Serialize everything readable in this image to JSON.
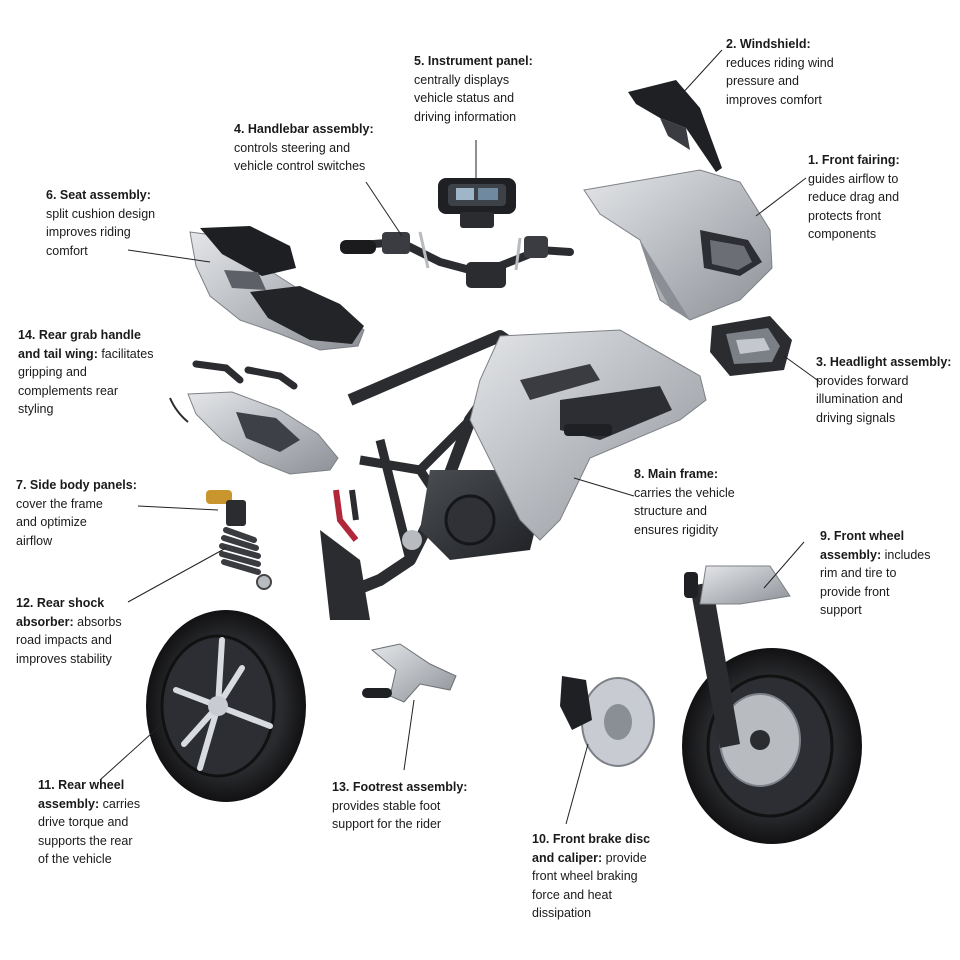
{
  "labels": [
    {
      "id": "instrument",
      "title": "5. Instrument panel:",
      "lines": [
        "centrally displays",
        "vehicle status and",
        "driving information"
      ]
    },
    {
      "id": "windshield",
      "title": "2. Windshield:",
      "lines": [
        "reduces riding wind",
        "pressure and",
        "improves comfort"
      ]
    },
    {
      "id": "handlebar",
      "title": "4. Handlebar assembly:",
      "lines": [
        "controls steering and",
        "vehicle control switches"
      ]
    },
    {
      "id": "front-fairing",
      "title": "1. Front fairing:",
      "lines": [
        "guides airflow to",
        "reduce drag and",
        "protects front",
        "components"
      ]
    },
    {
      "id": "seat",
      "title": "6. Seat assembly:",
      "lines": [
        "split cushion design",
        "improves riding",
        "comfort"
      ]
    },
    {
      "id": "rear-grab",
      "title": "14. Rear grab handle",
      "lines": [],
      "mixed": [
        {
          "b": "and tail wing:",
          "t": " facilitates"
        },
        {
          "t": "gripping and"
        },
        {
          "t": "complements rear"
        },
        {
          "t": "styling"
        }
      ]
    },
    {
      "id": "headlight",
      "title": "3. Headlight assembly:",
      "lines": [
        "provides forward",
        "illumination and",
        "driving signals"
      ]
    },
    {
      "id": "main-frame",
      "title": "8. Main frame:",
      "lines": [
        "carries the vehicle",
        "structure and",
        "ensures rigidity"
      ]
    },
    {
      "id": "side-panels",
      "title": "7. Side body panels:",
      "lines": [
        "cover the frame",
        "and optimize",
        "airflow"
      ]
    },
    {
      "id": "front-wheel",
      "title": "9. Front wheel",
      "lines": [],
      "mixed": [
        {
          "b": "assembly:",
          "t": " includes"
        },
        {
          "t": "rim and tire to"
        },
        {
          "t": "provide front"
        },
        {
          "t": "support"
        }
      ]
    },
    {
      "id": "rear-shock",
      "title": "12. Rear shock",
      "lines": [],
      "mixed": [
        {
          "b": "absorber:",
          "t": " absorbs"
        },
        {
          "t": "road impacts and"
        },
        {
          "t": "improves stability"
        }
      ]
    },
    {
      "id": "rear-wheel",
      "title": "11. Rear wheel",
      "lines": [],
      "mixed": [
        {
          "b": "assembly:",
          "t": " carries"
        },
        {
          "t": "drive torque and"
        },
        {
          "t": "supports the rear"
        },
        {
          "t": "of the vehicle"
        }
      ]
    },
    {
      "id": "footrest",
      "title": "13. Footrest assembly:",
      "lines": [
        "provides stable foot",
        "support for the rider"
      ]
    },
    {
      "id": "front-brake",
      "title": "10. Front brake disc",
      "lines": [],
      "mixed": [
        {
          "b": "and caliper:",
          "t": " provide"
        },
        {
          "t": "front wheel braking"
        },
        {
          "t": "force and heat"
        },
        {
          "t": "dissipation"
        }
      ]
    }
  ],
  "colors": {
    "text": "#1a1a1a",
    "leader": "#222222",
    "metal": "#b9bcc1",
    "dark": "#2a2c30",
    "tire": "#1b1b1d",
    "gold": "#c9962e",
    "spring": "#3a3b3f",
    "red": "#b0283a"
  }
}
